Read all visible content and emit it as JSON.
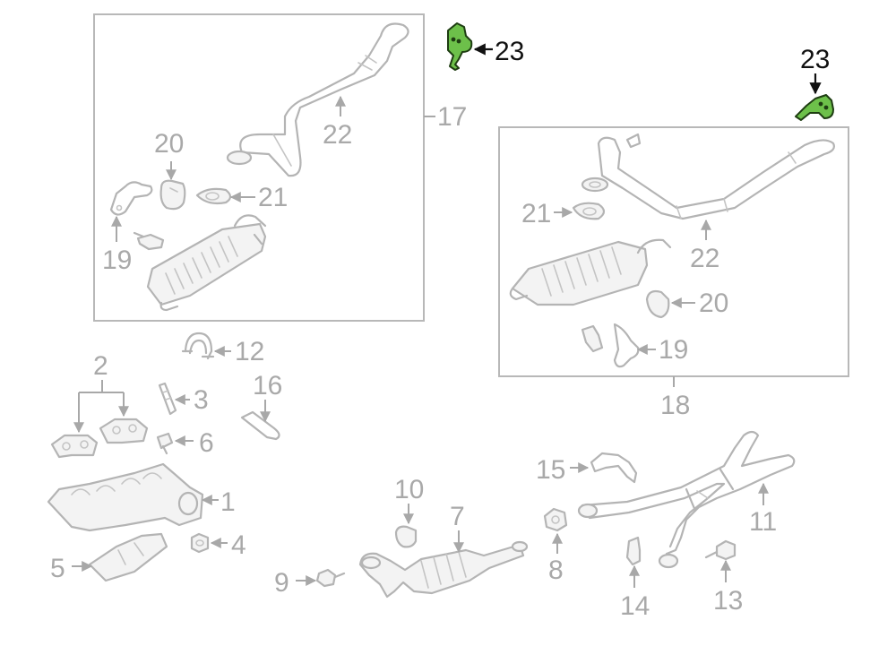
{
  "diagram": {
    "highlight_color": "#6dc04a",
    "line_color": "#b4b4b4",
    "label_color": "#a9a9a9",
    "highlight_label_color": "#111111",
    "callouts": {
      "c1": "1",
      "c2": "2",
      "c3": "3",
      "c4": "4",
      "c5": "5",
      "c6": "6",
      "c7": "7",
      "c8": "8",
      "c9": "9",
      "c10": "10",
      "c11": "11",
      "c12": "12",
      "c13": "13",
      "c14": "14",
      "c15": "15",
      "c16": "16",
      "c17": "17",
      "c18": "18",
      "c19a": "19",
      "c19b": "19",
      "c20a": "20",
      "c20b": "20",
      "c21a": "21",
      "c21b": "21",
      "c22a": "22",
      "c22b": "22",
      "c23a": "23",
      "c23b": "23"
    }
  }
}
